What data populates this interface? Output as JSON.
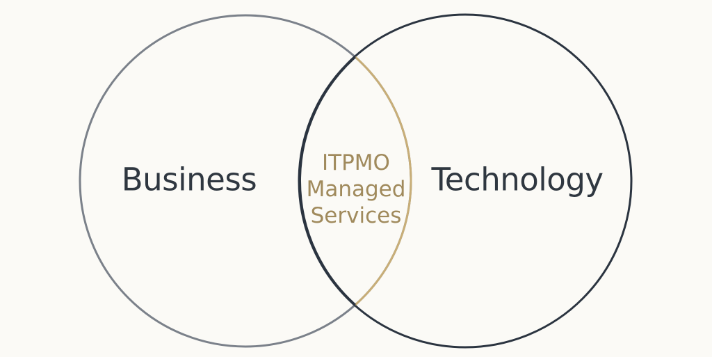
{
  "diagram": {
    "type": "venn",
    "sets": [
      {
        "label": "Business",
        "color": "#7b818a"
      },
      {
        "label": "Technology",
        "color": "#2b3440"
      }
    ],
    "intersection": {
      "lines": [
        "ITPMO",
        "Managed",
        "Services"
      ],
      "color": "#c8ae78",
      "text_color": "#a08a5c"
    }
  }
}
